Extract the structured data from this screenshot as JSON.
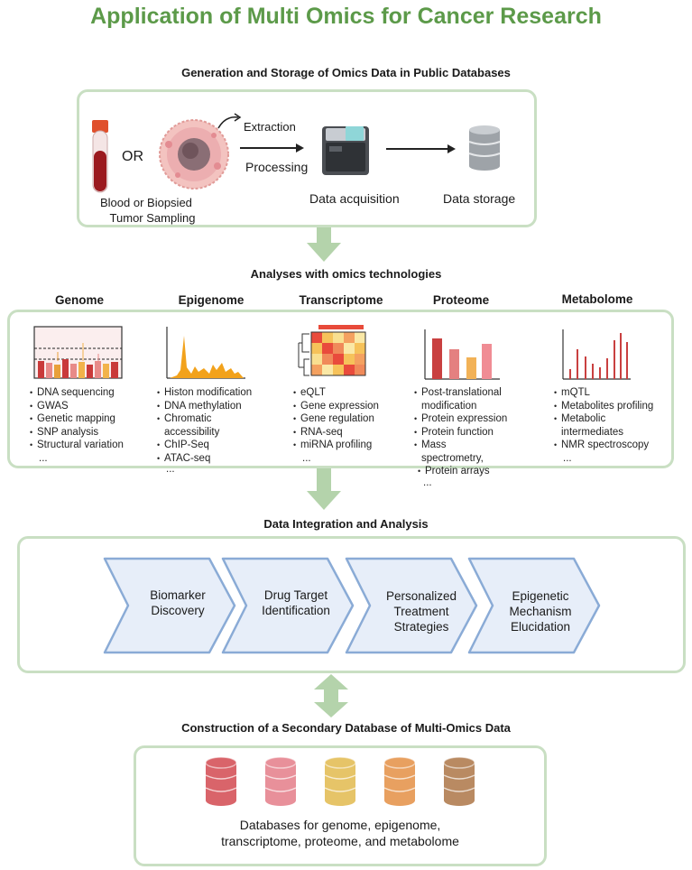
{
  "title": "Application of Multi Omics for Cancer Research",
  "section1": {
    "heading": "Generation and Storage of Omics Data in Public Databases",
    "or_label": "OR",
    "sampling_label_1": "Blood or Biopsied",
    "sampling_label_2": "Tumor Sampling",
    "extraction_label": "Extraction",
    "processing_label": "Processing",
    "acquisition_label": "Data acquisition",
    "storage_label": "Data storage"
  },
  "section2": {
    "heading": "Analyses with omics technologies",
    "columns": [
      {
        "title": "Genome",
        "items": [
          "DNA sequencing",
          "GWAS",
          "Genetic mapping",
          "SNP analysis",
          "Structural variation"
        ],
        "ellipsis": "..."
      },
      {
        "title": "Epigenome",
        "items": [
          "Histon modification",
          "DNA methylation",
          "Chromatic",
          "ChIP-Seq",
          "ATAC-seq"
        ],
        "wrap": "accessibility",
        "ellipsis": "..."
      },
      {
        "title": "Transcriptome",
        "items": [
          "eQLT",
          "Gene expression",
          "Gene regulation",
          "RNA-seq",
          "miRNA profiling"
        ],
        "ellipsis": "..."
      },
      {
        "title": "Proteome",
        "items": [
          "Post-translational",
          "Protein expression",
          "Protein function",
          "Mass",
          "Protein arrays"
        ],
        "wrap1": "modification",
        "wrap2": "spectrometry,",
        "ellipsis": "..."
      },
      {
        "title": "Metabolome",
        "items": [
          "mQTL",
          "Metabolites profiling",
          "Metabolic",
          "NMR spectroscopy"
        ],
        "wrap": "intermediates",
        "ellipsis": "..."
      }
    ]
  },
  "section3": {
    "heading": "Data Integration and Analysis",
    "steps": [
      {
        "line1": "Biomarker",
        "line2": "Discovery",
        "line3": ""
      },
      {
        "line1": "Drug Target",
        "line2": "Identification",
        "line3": ""
      },
      {
        "line1": "Personalized",
        "line2": "Treatment",
        "line3": "Strategies"
      },
      {
        "line1": "Epigenetic",
        "line2": "Mechanism",
        "line3": "Elucidation"
      }
    ]
  },
  "section4": {
    "heading": "Construction of a Secondary Database of Multi-Omics Data",
    "caption_line1": "Databases for genome, epigenome,",
    "caption_line2": "transcriptome, proteome, and metabolome",
    "db_colors": [
      "#d9646a",
      "#e8909a",
      "#e6c468",
      "#e8a060",
      "#b98a62"
    ]
  },
  "colors": {
    "title_green": "#5c9a49",
    "panel_border": "#c9dfc3",
    "arrow_green": "#b4d3ab",
    "chevron_fill": "#e7eef9",
    "chevron_stroke": "#8aabd6"
  }
}
